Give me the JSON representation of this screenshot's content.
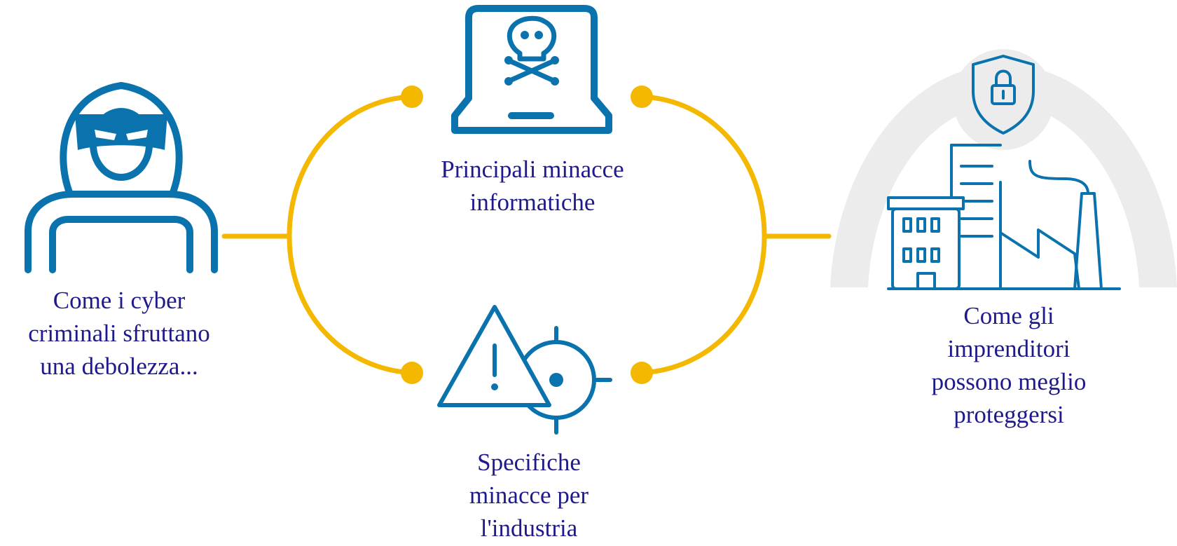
{
  "colors": {
    "accent_yellow": "#f5b800",
    "icon_blue": "#0a73ad",
    "text_navy": "#1f1a8c",
    "arch_gray": "#ececec"
  },
  "nodes": {
    "criminals": {
      "icon": "masked-hacker-icon",
      "lines": [
        "Come i cyber",
        "criminali sfruttano",
        "una debolezza..."
      ]
    },
    "main_threats": {
      "icon": "skull-laptop-icon",
      "lines": [
        "Principali minacce",
        "informatiche"
      ]
    },
    "industry_threats": {
      "icon": "warning-target-icon",
      "lines": [
        "Specifiche",
        "minacce per",
        "l'industria"
      ]
    },
    "entrepreneurs": {
      "icon": "protected-buildings-icon",
      "lines": [
        "Come gli",
        "imprenditori",
        "possono meglio",
        "proteggersi"
      ]
    }
  }
}
